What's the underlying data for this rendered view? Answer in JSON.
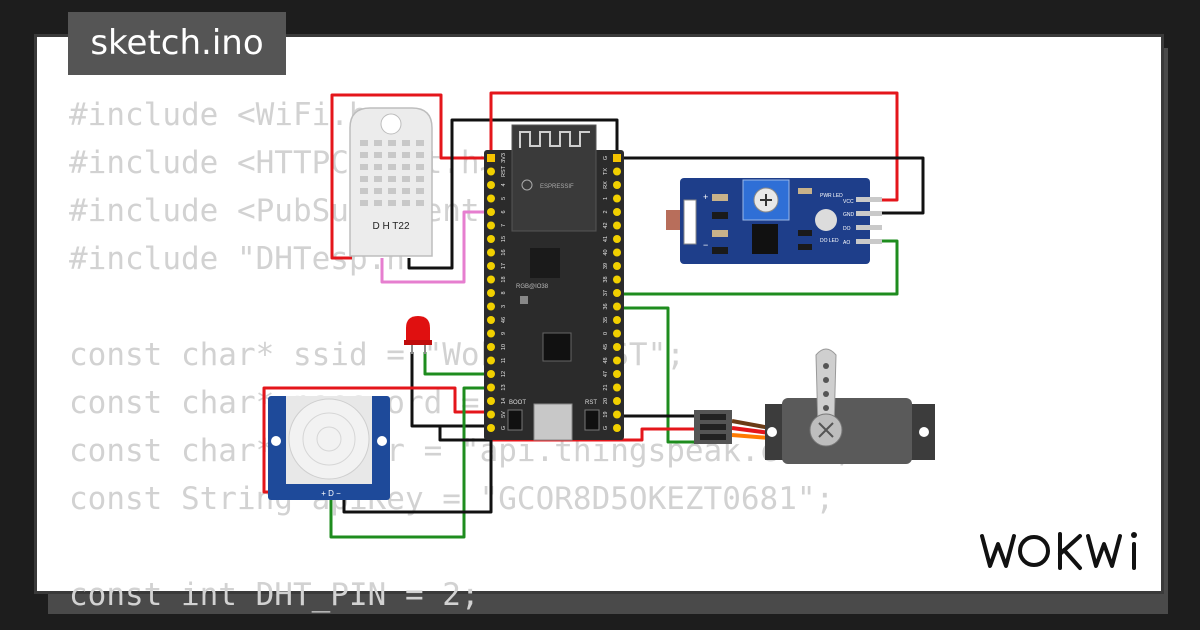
{
  "tab": {
    "filename": "sketch.ino"
  },
  "code": {
    "lines": [
      "#include <WiFi.h>",
      "#include <HTTPClient.h>",
      "#include <PubSubClient.h>",
      "#include \"DHTesp.h\"",
      "",
      "const char* ssid = \"Wokwi-GUEST\";",
      "const char* password = \"\";",
      "const char* server = \"api.thingspeak.com\";",
      "const String apiKey = \"GCOR8D5OKEZT0681\";",
      "",
      "const int DHT_PIN = 2;"
    ]
  },
  "components": {
    "dht": {
      "label": "D H T22"
    },
    "esp32": {
      "chip_label": "ESPRESSIF",
      "led_label": "RGB@IO38",
      "boot_label": "BOOT",
      "rst_label": "RST",
      "left_pins": [
        "3V3",
        "RST",
        "4",
        "5",
        "6",
        "7",
        "15",
        "16",
        "17",
        "18",
        "8",
        "3",
        "46",
        "9",
        "10",
        "11",
        "12",
        "13",
        "14",
        "5V",
        "G"
      ],
      "right_pins": [
        "G",
        "TX",
        "RX",
        "1",
        "2",
        "42",
        "41",
        "40",
        "39",
        "38",
        "37",
        "36",
        "35",
        "0",
        "45",
        "48",
        "47",
        "21",
        "20",
        "19",
        "G"
      ]
    },
    "ldr": {
      "labels": [
        "VCC",
        "GND",
        "DO",
        "AO"
      ],
      "pwr_led": "PWR LED",
      "do_led": "DO LED",
      "plus": "+",
      "minus": "−"
    },
    "pir": {
      "labels": "+ D −"
    }
  },
  "brand": {
    "logo_text": "WOKWI"
  },
  "colors": {
    "wire_red": "#e4161b",
    "wire_black": "#111111",
    "wire_green": "#1e8c1e",
    "wire_pink": "#e67ecf",
    "wire_orange": "#ff7a00"
  }
}
